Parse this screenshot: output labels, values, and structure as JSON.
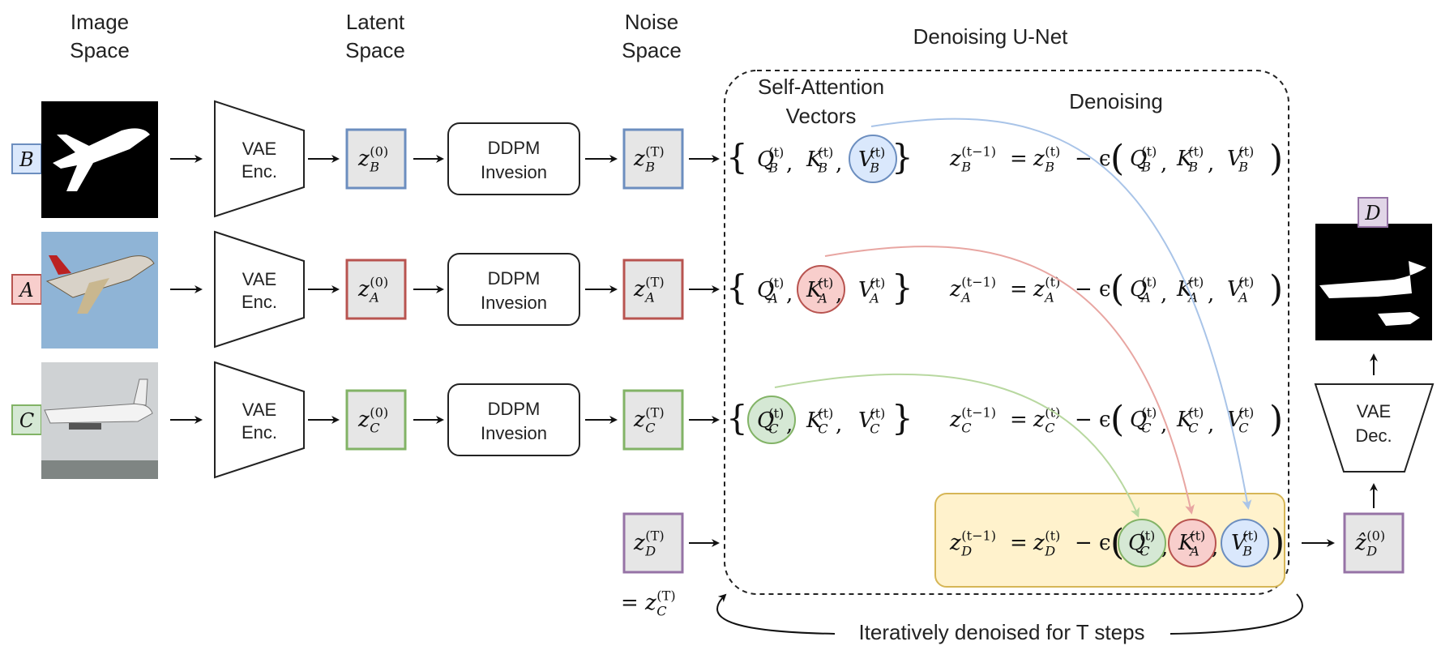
{
  "headers": {
    "image_space": [
      "Image",
      "Space"
    ],
    "latent_space": [
      "Latent",
      "Space"
    ],
    "noise_space": [
      "Noise",
      "Space"
    ],
    "unet_title": "Denoising U-Net",
    "self_attention": [
      "Self-Attention",
      "Vectors"
    ],
    "denoising": "Denoising"
  },
  "colors": {
    "B": "#6c8ebf",
    "A": "#b85450",
    "C": "#82b366",
    "D": "#9673a6",
    "B_fill": "#dae8fc",
    "A_fill": "#f8cecc",
    "C_fill": "#d5e8d4",
    "D_fill": "#e1d5e7",
    "highlight_fill": "#fff2cc",
    "highlight_stroke": "#d6b656"
  },
  "rows": [
    {
      "id": "B",
      "label": "B",
      "image_icon": "airplane-silhouette-icon",
      "encoder": [
        "VAE",
        "Enc."
      ],
      "inversion": [
        "DDPM",
        "Invesion"
      ],
      "latent": {
        "base": "z",
        "sub": "B",
        "sup": "(0)"
      },
      "noise": {
        "base": "z",
        "sub": "B",
        "sup": "(T)"
      },
      "vectors": [
        "Q",
        "K",
        "V"
      ],
      "highlight": "V",
      "equation": {
        "lhs": "z",
        "sub": "B",
        "sup_l": "(t−1)",
        "mid": "= z",
        "sup_r": "(t)",
        "minus": "− ϵ"
      }
    },
    {
      "id": "A",
      "label": "A",
      "image_icon": "airplane-photo-icon",
      "encoder": [
        "VAE",
        "Enc."
      ],
      "inversion": [
        "DDPM",
        "Invesion"
      ],
      "latent": {
        "base": "z",
        "sub": "A",
        "sup": "(0)"
      },
      "noise": {
        "base": "z",
        "sub": "A",
        "sup": "(T)"
      },
      "vectors": [
        "Q",
        "K",
        "V"
      ],
      "highlight": "K"
    },
    {
      "id": "C",
      "label": "C",
      "image_icon": "airplane-landing-photo-icon",
      "encoder": [
        "VAE",
        "Enc."
      ],
      "inversion": [
        "DDPM",
        "Invesion"
      ],
      "latent": {
        "base": "z",
        "sub": "C",
        "sup": "(0)"
      },
      "noise": {
        "base": "z",
        "sub": "C",
        "sup": "(T)"
      },
      "vectors": [
        "Q",
        "K",
        "V"
      ],
      "highlight": "Q"
    }
  ],
  "tsup": "(t)",
  "tsup_prev": "(t−1)",
  "eq_equals": "=",
  "eq_minus": "− ϵ",
  "d_row": {
    "noise": {
      "base": "z",
      "sub": "D",
      "sup": "(T)"
    },
    "equals_note": {
      "prefix": "=",
      "base": "z",
      "sub": "C",
      "sup": "(T)"
    },
    "output_latent": {
      "base": "ẑ",
      "sub": "D",
      "sup": "(0)"
    },
    "decoder": [
      "VAE",
      "Dec."
    ],
    "output_label": "D",
    "output_icon": "airplane-mask-output-icon"
  },
  "loop_label": "Iteratively denoised for T steps"
}
